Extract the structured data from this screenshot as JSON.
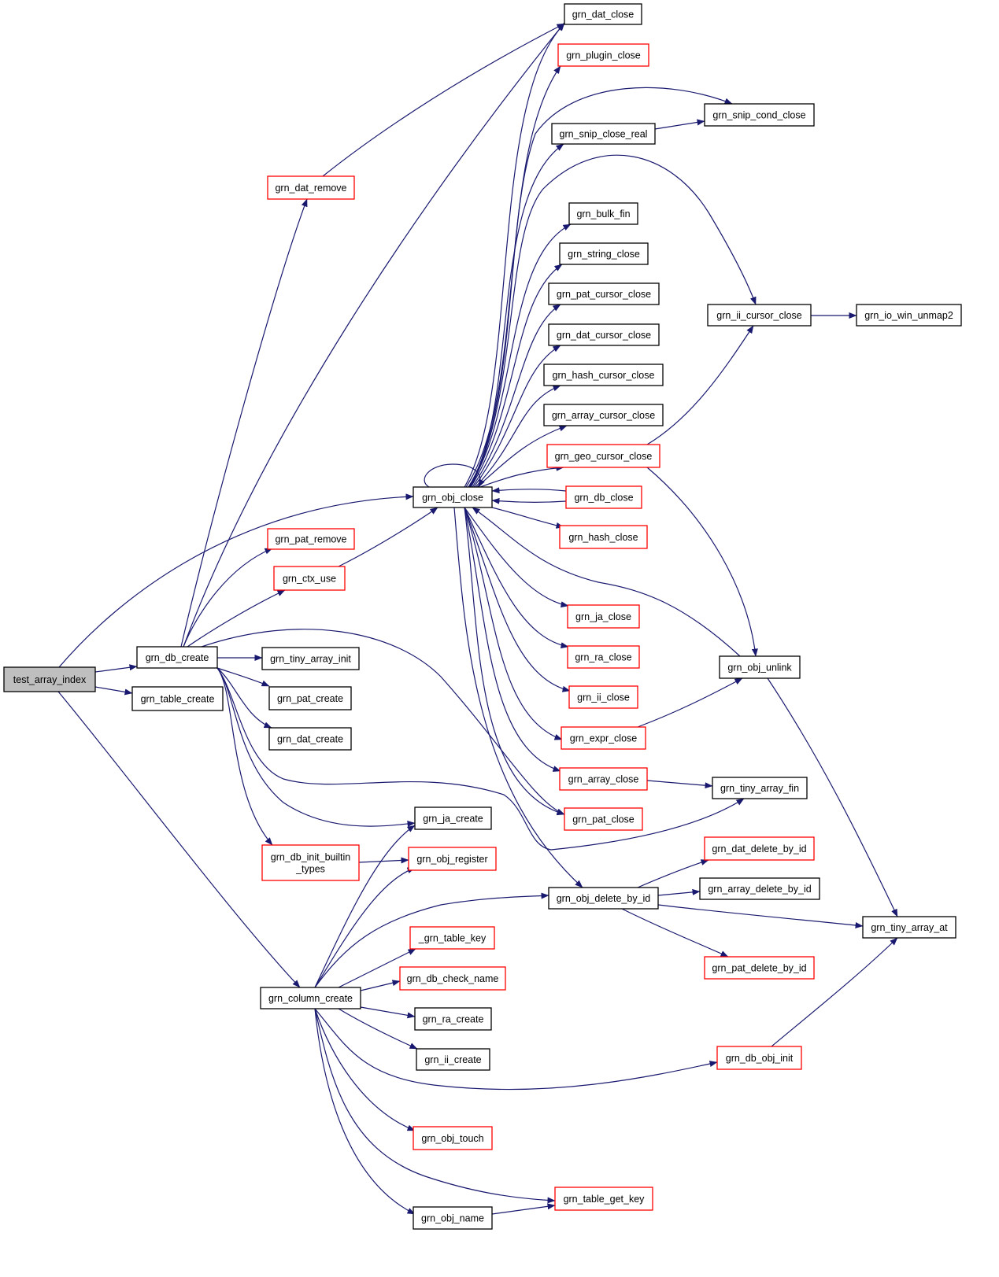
{
  "graph": {
    "colors": {
      "edge": "#191970",
      "node_border_default": "#000000",
      "node_border_truncated": "#ff0000",
      "root_fill": "#bfbfbf"
    },
    "nodes": [
      {
        "id": "test_array_index",
        "label": [
          "test_array_index"
        ],
        "border": "root"
      },
      {
        "id": "grn_db_create",
        "label": [
          "grn_db_create"
        ],
        "border": "black"
      },
      {
        "id": "grn_table_create",
        "label": [
          "grn_table_create"
        ],
        "border": "black"
      },
      {
        "id": "grn_column_create",
        "label": [
          "grn_column_create"
        ],
        "border": "black"
      },
      {
        "id": "grn_dat_remove",
        "label": [
          "grn_dat_remove"
        ],
        "border": "red"
      },
      {
        "id": "grn_pat_remove",
        "label": [
          "grn_pat_remove"
        ],
        "border": "red"
      },
      {
        "id": "grn_ctx_use",
        "label": [
          "grn_ctx_use"
        ],
        "border": "red"
      },
      {
        "id": "grn_tiny_array_init",
        "label": [
          "grn_tiny_array_init"
        ],
        "border": "black"
      },
      {
        "id": "grn_pat_create",
        "label": [
          "grn_pat_create"
        ],
        "border": "black"
      },
      {
        "id": "grn_dat_create",
        "label": [
          "grn_dat_create"
        ],
        "border": "black"
      },
      {
        "id": "grn_db_init_builtin_types",
        "label": [
          "grn_db_init_builtin",
          "_types"
        ],
        "border": "red"
      },
      {
        "id": "grn_obj_close",
        "label": [
          "grn_obj_close"
        ],
        "border": "black"
      },
      {
        "id": "grn_ja_create",
        "label": [
          "grn_ja_create"
        ],
        "border": "black"
      },
      {
        "id": "grn_obj_register",
        "label": [
          "grn_obj_register"
        ],
        "border": "red"
      },
      {
        "id": "_grn_table_key",
        "label": [
          "_grn_table_key"
        ],
        "border": "red"
      },
      {
        "id": "grn_db_check_name",
        "label": [
          "grn_db_check_name"
        ],
        "border": "red"
      },
      {
        "id": "grn_ra_create",
        "label": [
          "grn_ra_create"
        ],
        "border": "black"
      },
      {
        "id": "grn_ii_create",
        "label": [
          "grn_ii_create"
        ],
        "border": "black"
      },
      {
        "id": "grn_obj_touch",
        "label": [
          "grn_obj_touch"
        ],
        "border": "red"
      },
      {
        "id": "grn_obj_name",
        "label": [
          "grn_obj_name"
        ],
        "border": "black"
      },
      {
        "id": "grn_dat_close",
        "label": [
          "grn_dat_close"
        ],
        "border": "black"
      },
      {
        "id": "grn_plugin_close",
        "label": [
          "grn_plugin_close"
        ],
        "border": "red"
      },
      {
        "id": "grn_snip_close_real",
        "label": [
          "grn_snip_close_real"
        ],
        "border": "black"
      },
      {
        "id": "grn_bulk_fin",
        "label": [
          "grn_bulk_fin"
        ],
        "border": "black"
      },
      {
        "id": "grn_string_close",
        "label": [
          "grn_string_close"
        ],
        "border": "black"
      },
      {
        "id": "grn_pat_cursor_close",
        "label": [
          "grn_pat_cursor_close"
        ],
        "border": "black"
      },
      {
        "id": "grn_dat_cursor_close",
        "label": [
          "grn_dat_cursor_close"
        ],
        "border": "black"
      },
      {
        "id": "grn_hash_cursor_close",
        "label": [
          "grn_hash_cursor_close"
        ],
        "border": "black"
      },
      {
        "id": "grn_array_cursor_close",
        "label": [
          "grn_array_cursor_close"
        ],
        "border": "black"
      },
      {
        "id": "grn_geo_cursor_close",
        "label": [
          "grn_geo_cursor_close"
        ],
        "border": "red"
      },
      {
        "id": "grn_db_close",
        "label": [
          "grn_db_close"
        ],
        "border": "red"
      },
      {
        "id": "grn_hash_close",
        "label": [
          "grn_hash_close"
        ],
        "border": "red"
      },
      {
        "id": "grn_ja_close",
        "label": [
          "grn_ja_close"
        ],
        "border": "red"
      },
      {
        "id": "grn_ra_close",
        "label": [
          "grn_ra_close"
        ],
        "border": "red"
      },
      {
        "id": "grn_ii_close",
        "label": [
          "grn_ii_close"
        ],
        "border": "red"
      },
      {
        "id": "grn_expr_close",
        "label": [
          "grn_expr_close"
        ],
        "border": "red"
      },
      {
        "id": "grn_array_close",
        "label": [
          "grn_array_close"
        ],
        "border": "red"
      },
      {
        "id": "grn_pat_close",
        "label": [
          "grn_pat_close"
        ],
        "border": "red"
      },
      {
        "id": "grn_obj_delete_by_id",
        "label": [
          "grn_obj_delete_by_id"
        ],
        "border": "black"
      },
      {
        "id": "grn_table_get_key",
        "label": [
          "grn_table_get_key"
        ],
        "border": "red"
      },
      {
        "id": "grn_snip_cond_close",
        "label": [
          "grn_snip_cond_close"
        ],
        "border": "black"
      },
      {
        "id": "grn_ii_cursor_close",
        "label": [
          "grn_ii_cursor_close"
        ],
        "border": "black"
      },
      {
        "id": "grn_obj_unlink",
        "label": [
          "grn_obj_unlink"
        ],
        "border": "black"
      },
      {
        "id": "grn_tiny_array_fin",
        "label": [
          "grn_tiny_array_fin"
        ],
        "border": "black"
      },
      {
        "id": "grn_dat_delete_by_id",
        "label": [
          "grn_dat_delete_by_id"
        ],
        "border": "red"
      },
      {
        "id": "grn_array_delete_by_id",
        "label": [
          "grn_array_delete_by_id"
        ],
        "border": "black"
      },
      {
        "id": "grn_pat_delete_by_id",
        "label": [
          "grn_pat_delete_by_id"
        ],
        "border": "red"
      },
      {
        "id": "grn_db_obj_init",
        "label": [
          "grn_db_obj_init"
        ],
        "border": "red"
      },
      {
        "id": "grn_io_win_unmap2",
        "label": [
          "grn_io_win_unmap2"
        ],
        "border": "black"
      },
      {
        "id": "grn_tiny_array_at",
        "label": [
          "grn_tiny_array_at"
        ],
        "border": "black"
      }
    ],
    "edges": [
      [
        "test_array_index",
        "grn_db_create"
      ],
      [
        "test_array_index",
        "grn_table_create"
      ],
      [
        "test_array_index",
        "grn_column_create"
      ],
      [
        "test_array_index",
        "grn_obj_close"
      ],
      [
        "grn_db_create",
        "grn_dat_remove"
      ],
      [
        "grn_db_create",
        "grn_dat_close"
      ],
      [
        "grn_db_create",
        "grn_pat_remove"
      ],
      [
        "grn_db_create",
        "grn_ctx_use"
      ],
      [
        "grn_db_create",
        "grn_tiny_array_init"
      ],
      [
        "grn_db_create",
        "grn_pat_create"
      ],
      [
        "grn_db_create",
        "grn_dat_create"
      ],
      [
        "grn_db_create",
        "grn_ja_create"
      ],
      [
        "grn_db_create",
        "grn_db_init_builtin_types"
      ],
      [
        "grn_db_create",
        "grn_pat_close"
      ],
      [
        "grn_db_create",
        "grn_tiny_array_fin"
      ],
      [
        "grn_dat_remove",
        "grn_dat_close"
      ],
      [
        "grn_ctx_use",
        "grn_obj_close"
      ],
      [
        "grn_db_init_builtin_types",
        "grn_obj_register"
      ],
      [
        "grn_column_create",
        "grn_ja_create"
      ],
      [
        "grn_column_create",
        "grn_obj_register"
      ],
      [
        "grn_column_create",
        "grn_obj_delete_by_id"
      ],
      [
        "grn_column_create",
        "_grn_table_key"
      ],
      [
        "grn_column_create",
        "grn_db_check_name"
      ],
      [
        "grn_column_create",
        "grn_ra_create"
      ],
      [
        "grn_column_create",
        "grn_ii_create"
      ],
      [
        "grn_column_create",
        "grn_db_obj_init"
      ],
      [
        "grn_column_create",
        "grn_obj_touch"
      ],
      [
        "grn_column_create",
        "grn_table_get_key"
      ],
      [
        "grn_column_create",
        "grn_obj_name"
      ],
      [
        "grn_obj_name",
        "grn_table_get_key"
      ],
      [
        "grn_obj_close",
        "grn_obj_close"
      ],
      [
        "grn_obj_close",
        "grn_dat_close"
      ],
      [
        "grn_obj_close",
        "grn_plugin_close"
      ],
      [
        "grn_obj_close",
        "grn_snip_close_real"
      ],
      [
        "grn_obj_close",
        "grn_snip_cond_close"
      ],
      [
        "grn_obj_close",
        "grn_ii_cursor_close"
      ],
      [
        "grn_obj_close",
        "grn_bulk_fin"
      ],
      [
        "grn_obj_close",
        "grn_string_close"
      ],
      [
        "grn_obj_close",
        "grn_pat_cursor_close"
      ],
      [
        "grn_obj_close",
        "grn_dat_cursor_close"
      ],
      [
        "grn_obj_close",
        "grn_hash_cursor_close"
      ],
      [
        "grn_obj_close",
        "grn_array_cursor_close"
      ],
      [
        "grn_obj_close",
        "grn_geo_cursor_close"
      ],
      [
        "grn_obj_close",
        "grn_db_close"
      ],
      [
        "grn_obj_close",
        "grn_hash_close"
      ],
      [
        "grn_obj_close",
        "grn_ja_close"
      ],
      [
        "grn_obj_close",
        "grn_ra_close"
      ],
      [
        "grn_obj_close",
        "grn_ii_close"
      ],
      [
        "grn_obj_close",
        "grn_expr_close"
      ],
      [
        "grn_obj_close",
        "grn_array_close"
      ],
      [
        "grn_obj_close",
        "grn_pat_close"
      ],
      [
        "grn_obj_close",
        "grn_obj_delete_by_id"
      ],
      [
        "grn_snip_close_real",
        "grn_snip_cond_close"
      ],
      [
        "grn_geo_cursor_close",
        "grn_ii_cursor_close"
      ],
      [
        "grn_geo_cursor_close",
        "grn_obj_unlink"
      ],
      [
        "grn_db_close",
        "grn_obj_close"
      ],
      [
        "grn_expr_close",
        "grn_obj_unlink"
      ],
      [
        "grn_array_close",
        "grn_tiny_array_fin"
      ],
      [
        "grn_ii_cursor_close",
        "grn_io_win_unmap2"
      ],
      [
        "grn_obj_unlink",
        "grn_obj_close"
      ],
      [
        "grn_obj_unlink",
        "grn_tiny_array_at"
      ],
      [
        "grn_obj_delete_by_id",
        "grn_dat_delete_by_id"
      ],
      [
        "grn_obj_delete_by_id",
        "grn_array_delete_by_id"
      ],
      [
        "grn_obj_delete_by_id",
        "grn_tiny_array_at"
      ],
      [
        "grn_obj_delete_by_id",
        "grn_pat_delete_by_id"
      ],
      [
        "grn_db_obj_init",
        "grn_tiny_array_at"
      ]
    ]
  }
}
